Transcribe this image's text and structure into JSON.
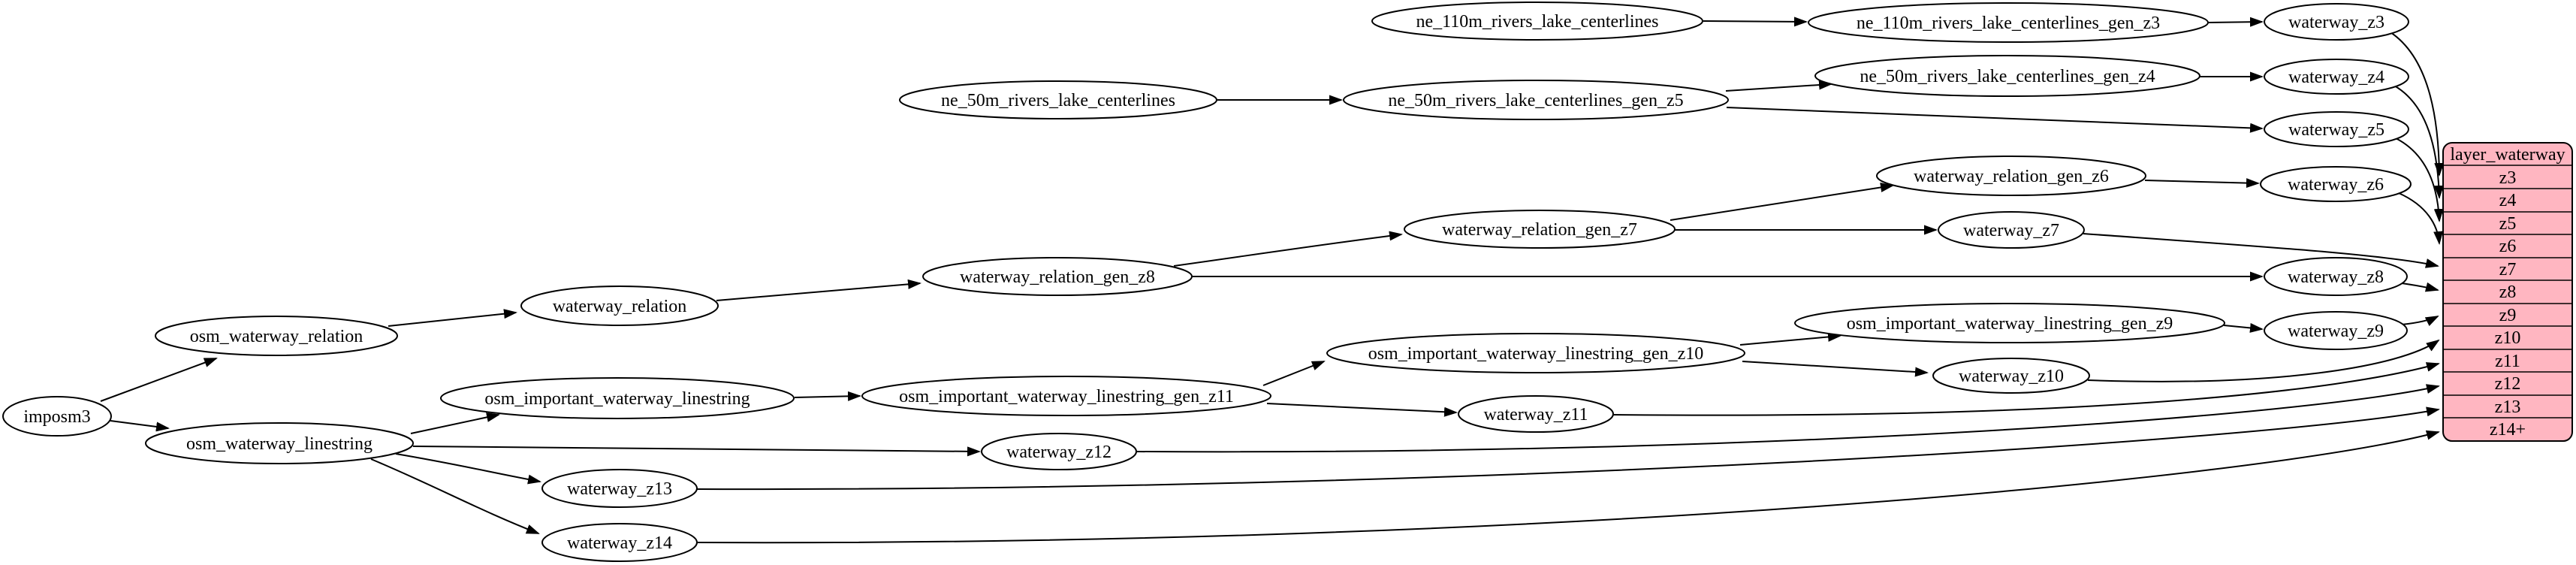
{
  "diagram": {
    "colors": {
      "background": "#ffffff",
      "node_fill": "#ffffff",
      "edge_stroke": "#000000",
      "table_fill": "#ffb6c1"
    },
    "nodes": {
      "imposm3": {
        "label": "imposm3"
      },
      "osm_waterway_relation": {
        "label": "osm_waterway_relation"
      },
      "osm_waterway_linestring": {
        "label": "osm_waterway_linestring"
      },
      "waterway_relation": {
        "label": "waterway_relation"
      },
      "osm_important_waterway_linestring": {
        "label": "osm_important_waterway_linestring"
      },
      "waterway_z13": {
        "label": "waterway_z13"
      },
      "waterway_z14": {
        "label": "waterway_z14"
      },
      "ne_50m_rivers_lake_centerlines": {
        "label": "ne_50m_rivers_lake_centerlines"
      },
      "waterway_relation_gen_z8": {
        "label": "waterway_relation_gen_z8"
      },
      "osm_important_waterway_linestring_gen_z11": {
        "label": "osm_important_waterway_linestring_gen_z11"
      },
      "waterway_z12": {
        "label": "waterway_z12"
      },
      "ne_110m_rivers_lake_centerlines": {
        "label": "ne_110m_rivers_lake_centerlines"
      },
      "ne_50m_rivers_lake_centerlines_gen_z5": {
        "label": "ne_50m_rivers_lake_centerlines_gen_z5"
      },
      "waterway_relation_gen_z7": {
        "label": "waterway_relation_gen_z7"
      },
      "osm_important_waterway_linestring_gen_z10": {
        "label": "osm_important_waterway_linestring_gen_z10"
      },
      "waterway_z11": {
        "label": "waterway_z11"
      },
      "ne_110m_rivers_lake_centerlines_gen_z3": {
        "label": "ne_110m_rivers_lake_centerlines_gen_z3"
      },
      "ne_50m_rivers_lake_centerlines_gen_z4": {
        "label": "ne_50m_rivers_lake_centerlines_gen_z4"
      },
      "waterway_relation_gen_z6": {
        "label": "waterway_relation_gen_z6"
      },
      "waterway_z7": {
        "label": "waterway_z7"
      },
      "osm_important_waterway_linestring_gen_z9": {
        "label": "osm_important_waterway_linestring_gen_z9"
      },
      "waterway_z10": {
        "label": "waterway_z10"
      },
      "waterway_z3": {
        "label": "waterway_z3"
      },
      "waterway_z4": {
        "label": "waterway_z4"
      },
      "waterway_z5": {
        "label": "waterway_z5"
      },
      "waterway_z6": {
        "label": "waterway_z6"
      },
      "waterway_z8": {
        "label": "waterway_z8"
      },
      "waterway_z9": {
        "label": "waterway_z9"
      }
    },
    "table": {
      "title": "layer_waterway",
      "rows": [
        "z3",
        "z4",
        "z5",
        "z6",
        "z7",
        "z8",
        "z9",
        "z10",
        "z11",
        "z12",
        "z13",
        "z14+"
      ],
      "fill": "#ffb6c1"
    },
    "edges": [
      {
        "from": "imposm3",
        "to": "osm_waterway_relation"
      },
      {
        "from": "imposm3",
        "to": "osm_waterway_linestring"
      },
      {
        "from": "osm_waterway_relation",
        "to": "waterway_relation"
      },
      {
        "from": "waterway_relation",
        "to": "waterway_relation_gen_z8"
      },
      {
        "from": "waterway_relation_gen_z8",
        "to": "waterway_relation_gen_z7"
      },
      {
        "from": "waterway_relation_gen_z8",
        "to": "waterway_z8"
      },
      {
        "from": "waterway_relation_gen_z7",
        "to": "waterway_relation_gen_z6"
      },
      {
        "from": "waterway_relation_gen_z7",
        "to": "waterway_z7"
      },
      {
        "from": "waterway_relation_gen_z6",
        "to": "waterway_z6"
      },
      {
        "from": "osm_waterway_linestring",
        "to": "osm_important_waterway_linestring"
      },
      {
        "from": "osm_waterway_linestring",
        "to": "waterway_z12"
      },
      {
        "from": "osm_waterway_linestring",
        "to": "waterway_z13"
      },
      {
        "from": "osm_waterway_linestring",
        "to": "waterway_z14"
      },
      {
        "from": "osm_important_waterway_linestring",
        "to": "osm_important_waterway_linestring_gen_z11"
      },
      {
        "from": "osm_important_waterway_linestring_gen_z11",
        "to": "osm_important_waterway_linestring_gen_z10"
      },
      {
        "from": "osm_important_waterway_linestring_gen_z11",
        "to": "waterway_z11"
      },
      {
        "from": "osm_important_waterway_linestring_gen_z10",
        "to": "osm_important_waterway_linestring_gen_z9"
      },
      {
        "from": "osm_important_waterway_linestring_gen_z10",
        "to": "waterway_z10"
      },
      {
        "from": "osm_important_waterway_linestring_gen_z9",
        "to": "waterway_z9"
      },
      {
        "from": "ne_110m_rivers_lake_centerlines",
        "to": "ne_110m_rivers_lake_centerlines_gen_z3"
      },
      {
        "from": "ne_110m_rivers_lake_centerlines_gen_z3",
        "to": "waterway_z3"
      },
      {
        "from": "ne_50m_rivers_lake_centerlines",
        "to": "ne_50m_rivers_lake_centerlines_gen_z5"
      },
      {
        "from": "ne_50m_rivers_lake_centerlines_gen_z5",
        "to": "ne_50m_rivers_lake_centerlines_gen_z4"
      },
      {
        "from": "ne_50m_rivers_lake_centerlines_gen_z5",
        "to": "waterway_z5"
      },
      {
        "from": "ne_50m_rivers_lake_centerlines_gen_z4",
        "to": "waterway_z4"
      },
      {
        "from": "waterway_z3",
        "to": "layer_waterway:z3"
      },
      {
        "from": "waterway_z4",
        "to": "layer_waterway:z4"
      },
      {
        "from": "waterway_z5",
        "to": "layer_waterway:z5"
      },
      {
        "from": "waterway_z6",
        "to": "layer_waterway:z6"
      },
      {
        "from": "waterway_z7",
        "to": "layer_waterway:z7"
      },
      {
        "from": "waterway_z8",
        "to": "layer_waterway:z8"
      },
      {
        "from": "waterway_z9",
        "to": "layer_waterway:z9"
      },
      {
        "from": "waterway_z10",
        "to": "layer_waterway:z10"
      },
      {
        "from": "waterway_z11",
        "to": "layer_waterway:z11"
      },
      {
        "from": "waterway_z12",
        "to": "layer_waterway:z12"
      },
      {
        "from": "waterway_z13",
        "to": "layer_waterway:z13"
      },
      {
        "from": "waterway_z14",
        "to": "layer_waterway:z14+"
      }
    ]
  }
}
